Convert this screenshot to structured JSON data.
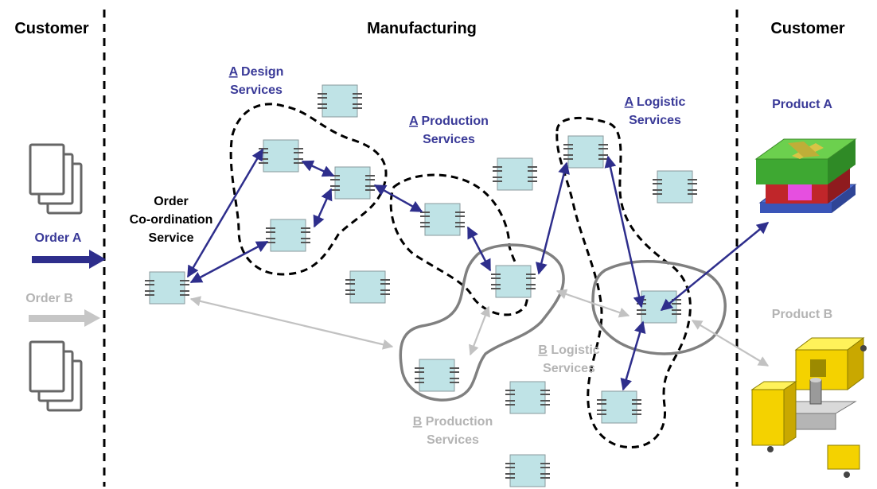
{
  "headers": {
    "customer_left": "Customer",
    "manufacturing": "Manufacturing",
    "customer_right": "Customer"
  },
  "orders": {
    "order_a": "Order A",
    "order_b": "Order B"
  },
  "coordination": {
    "line1": "Order",
    "line2": "Co-ordination",
    "line3": "Service"
  },
  "groups": {
    "design_a": {
      "prefix": "A",
      "line1": " Design",
      "line2": "Services"
    },
    "production_a": {
      "prefix": "A",
      "line1": " Production",
      "line2": "Services"
    },
    "logistic_a": {
      "prefix": "A",
      "line1": " Logistic",
      "line2": "Services"
    },
    "logistic_b": {
      "prefix": "B",
      "line1": " Logistic",
      "line2": "Services"
    },
    "production_b": {
      "prefix": "B",
      "line1": " Production",
      "line2": "Services"
    }
  },
  "products": {
    "product_a": "Product A",
    "product_b": "Product B"
  },
  "colors": {
    "flow_a": "#2e2e8c",
    "flow_b": "#bdbdbd",
    "label_a": "#3a3a98",
    "label_b": "#b4b4b4",
    "service_fill": "#bfe3e6",
    "boundary_b": "#808080"
  }
}
